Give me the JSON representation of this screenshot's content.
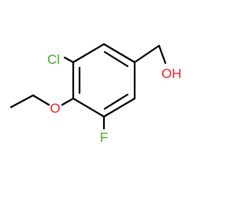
{
  "molecule": {
    "atoms": {
      "chlorine": "Cl",
      "ether_oxygen": "O",
      "fluorine": "F",
      "hydroxyl": "OH"
    },
    "colors": {
      "bond": "#000000",
      "chlorine": "#3fae2a",
      "oxygen": "#e8231d",
      "fluorine": "#5ba32b"
    }
  }
}
